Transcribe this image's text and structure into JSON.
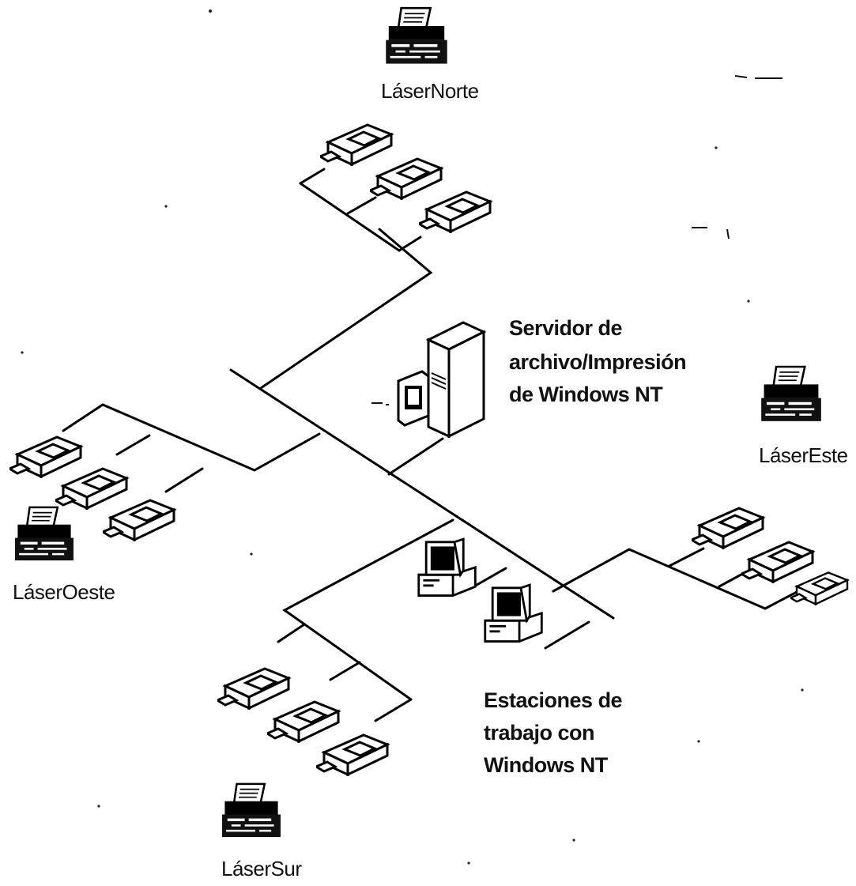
{
  "printers": {
    "north": "LáserNorte",
    "east": "LáserEste",
    "west": "LáserOeste",
    "south": "LáserSur"
  },
  "server": {
    "line1": "Servidor de",
    "line2": "archivo/Impresión",
    "line3": "de Windows NT"
  },
  "workstations": {
    "line1": "Estaciones de",
    "line2": "trabajo con",
    "line3": "Windows NT"
  }
}
